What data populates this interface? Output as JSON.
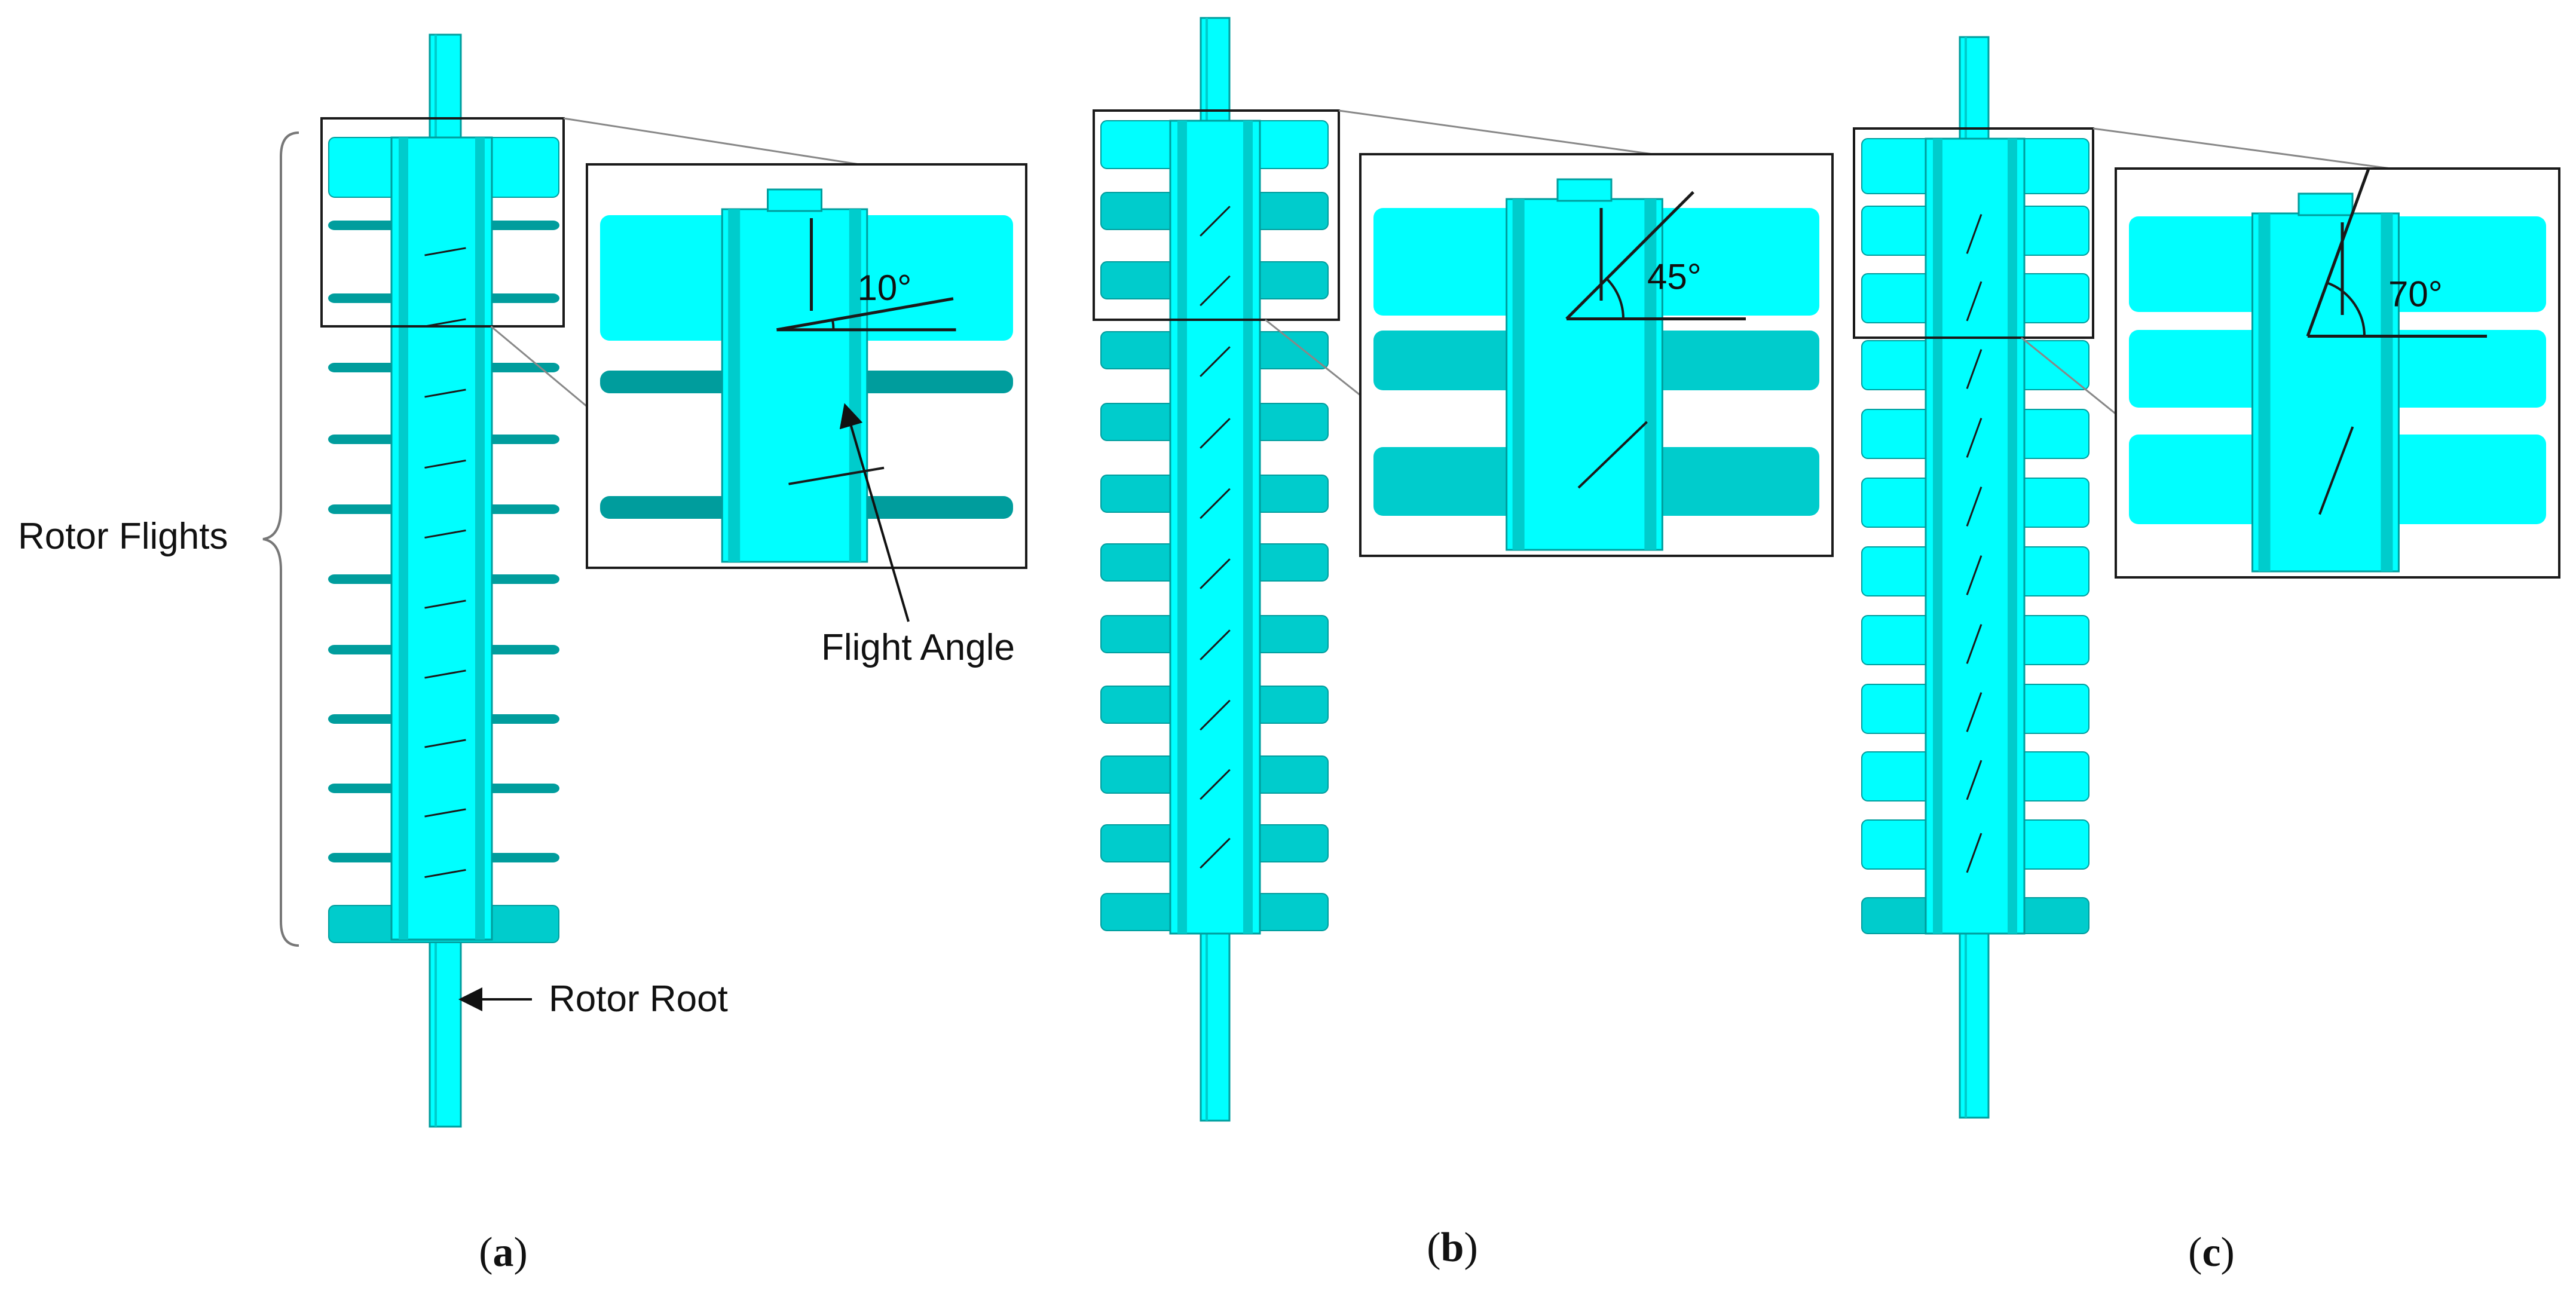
{
  "colors": {
    "bright": "#00ffff",
    "shade": "#00cccc",
    "dark": "#009d9d",
    "line": "#1a1a1a",
    "callout": "#888888"
  },
  "labels": {
    "rotor_flights": "Rotor Flights",
    "flight_angle": "Flight Angle",
    "rotor_root": "Rotor Root"
  },
  "panels": [
    {
      "id": "a",
      "label_prefix": "(",
      "label_letter": "a",
      "label_suffix": ")",
      "flight_angle_deg": 10,
      "angle_text": "10°",
      "flight_count": 12
    },
    {
      "id": "b",
      "label_prefix": "(",
      "label_letter": "b",
      "label_suffix": ")",
      "flight_angle_deg": 45,
      "angle_text": "45°",
      "flight_count": 12
    },
    {
      "id": "c",
      "label_prefix": "(",
      "label_letter": "c",
      "label_suffix": ")",
      "flight_angle_deg": 70,
      "angle_text": "70°",
      "flight_count": 12
    }
  ],
  "icons": {
    "brace": "curly-brace-icon",
    "arrow": "arrow-icon"
  }
}
